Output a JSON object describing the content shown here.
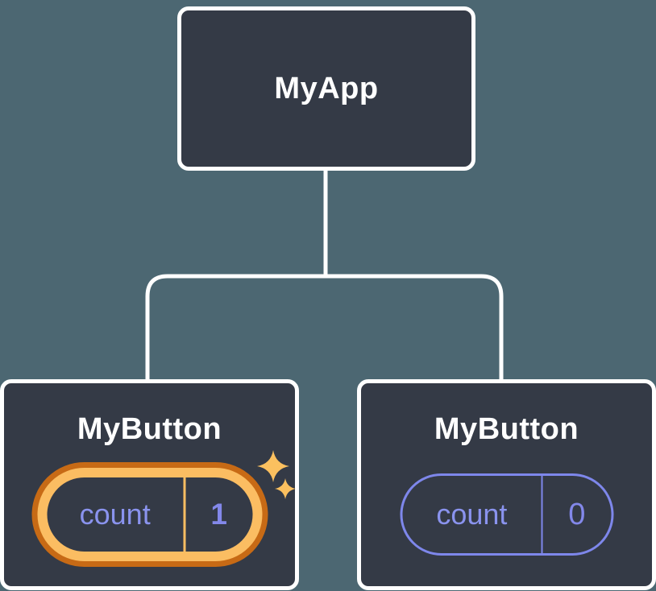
{
  "diagram": {
    "type": "component-tree",
    "root": {
      "label": "MyApp"
    },
    "children": [
      {
        "label": "MyButton",
        "state_name": "count",
        "state_value": "1",
        "highlighted": true
      },
      {
        "label": "MyButton",
        "state_name": "count",
        "state_value": "0",
        "highlighted": false
      }
    ]
  },
  "colors": {
    "background": "#4C6772",
    "node_fill": "#343A46",
    "node_border": "#FFFFFF",
    "node_text": "#FFFFFF",
    "state_text": "#8A93EE",
    "state_value_text": "#8388EA",
    "highlight_ring_outer": "#C76A15",
    "highlight_ring_inner": "#FBBD62",
    "plain_outline": "#7E87EB",
    "sparkle": "#FBC05F",
    "connector": "#FFFFFF"
  }
}
